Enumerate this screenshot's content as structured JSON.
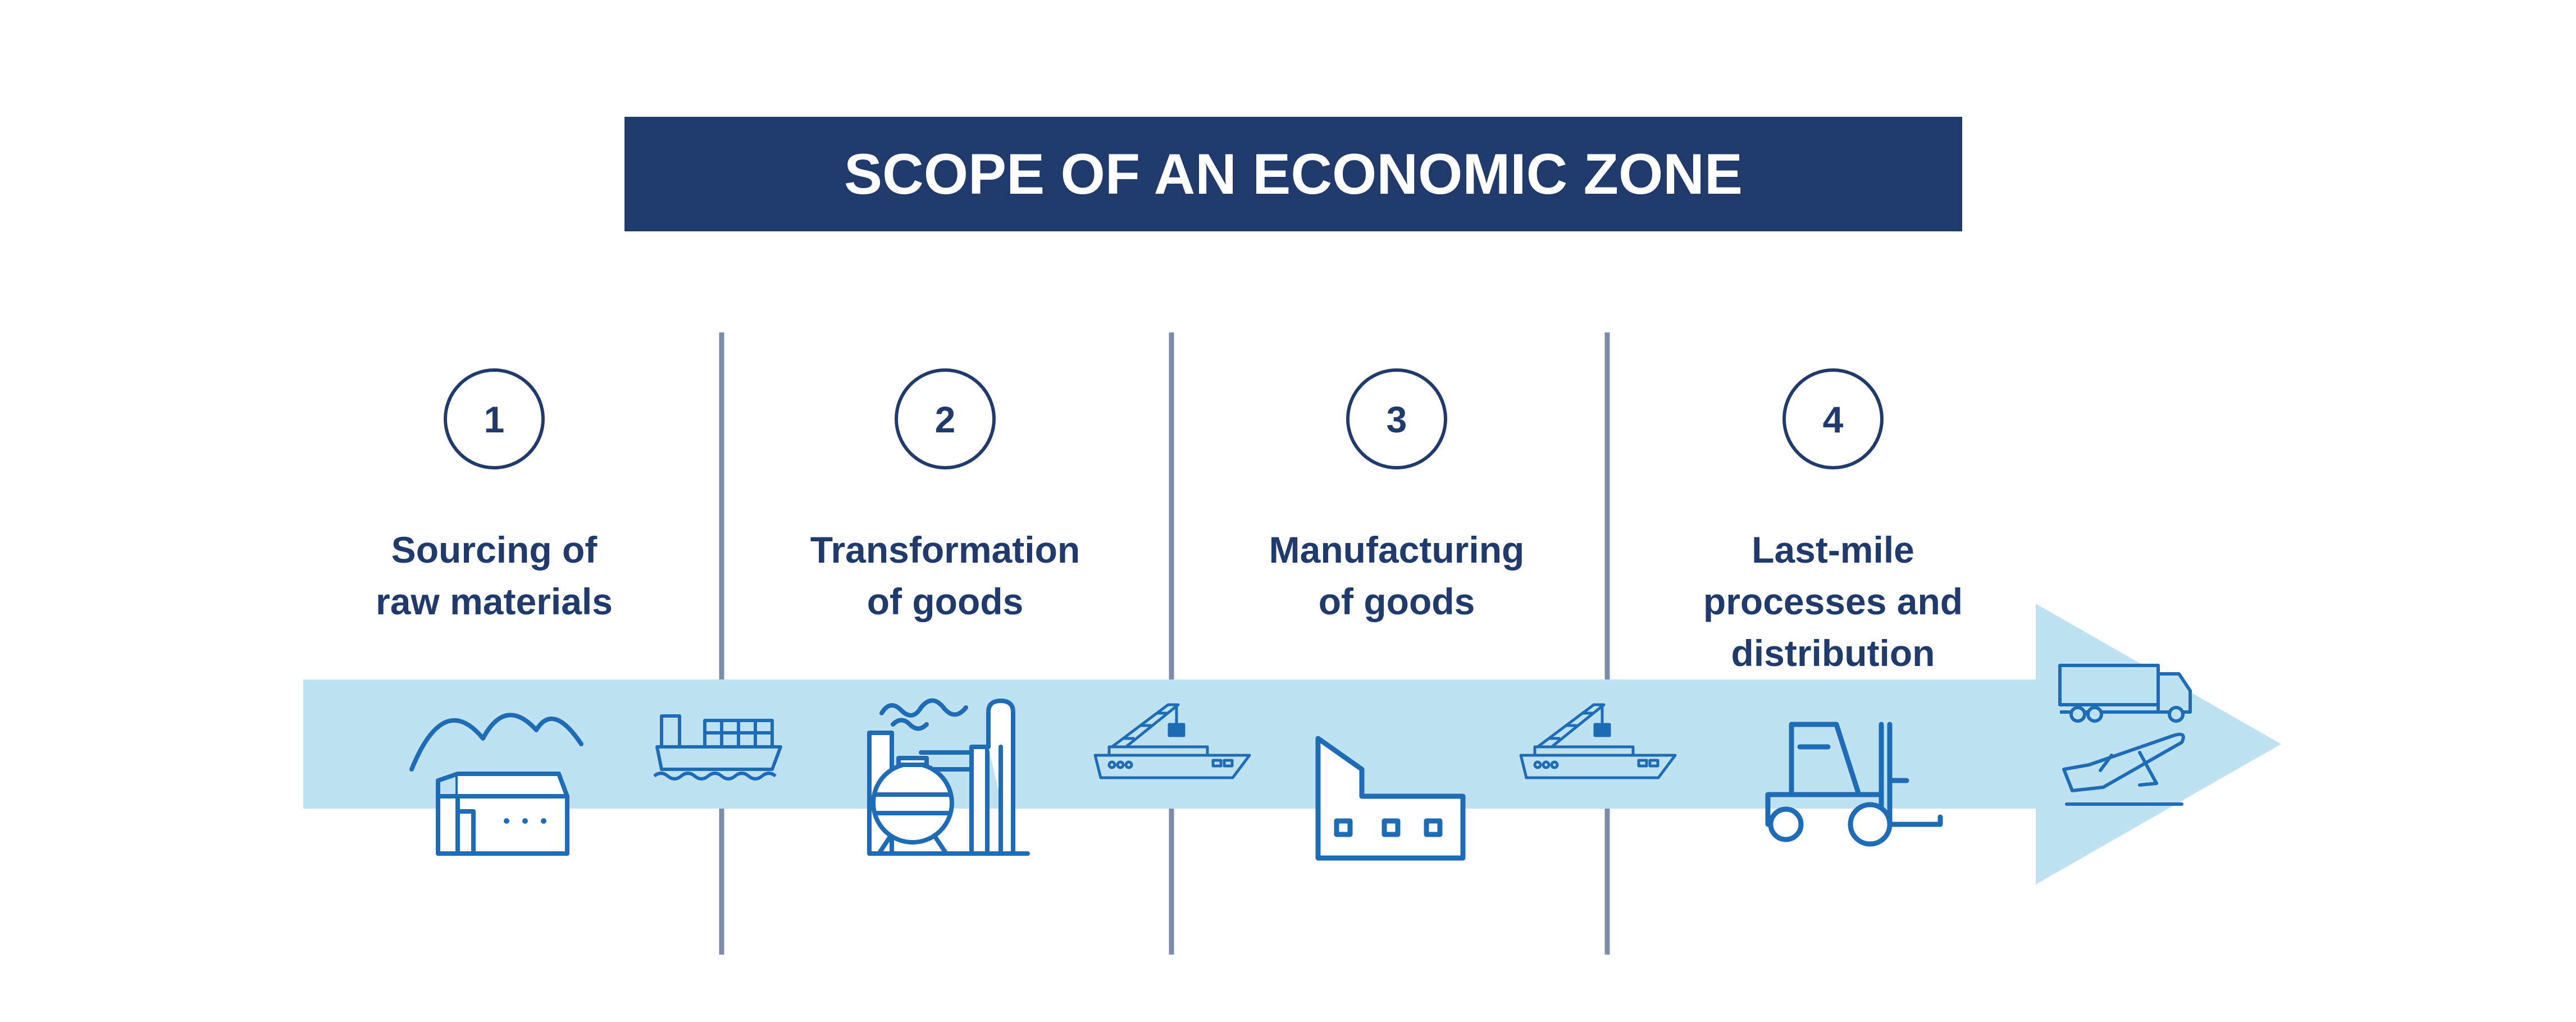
{
  "title": "SCOPE OF AN ECONOMIC ZONE",
  "colors": {
    "navy": "#1f3a6b",
    "band": "#bfe2f3",
    "icon": "#1e6cb5",
    "divider": "#7d8cab",
    "white": "#ffffff"
  },
  "stages": [
    {
      "number": "1",
      "label_lines": [
        "Sourcing of",
        "raw materials"
      ],
      "icon": "mountains-farm-icon"
    },
    {
      "number": "2",
      "label_lines": [
        "Transformation",
        "of goods"
      ],
      "icon": "refinery-icon"
    },
    {
      "number": "3",
      "label_lines": [
        "Manufacturing",
        "of goods"
      ],
      "icon": "factory-icon"
    },
    {
      "number": "4",
      "label_lines": [
        "Last-mile",
        "processes and",
        "distribution"
      ],
      "icon": "forklift-icon"
    }
  ],
  "connectors": [
    "container-ship-icon",
    "crane-ship-icon",
    "crane-ship-icon"
  ],
  "arrowhead_icons": [
    "truck-icon",
    "airplane-icon"
  ]
}
